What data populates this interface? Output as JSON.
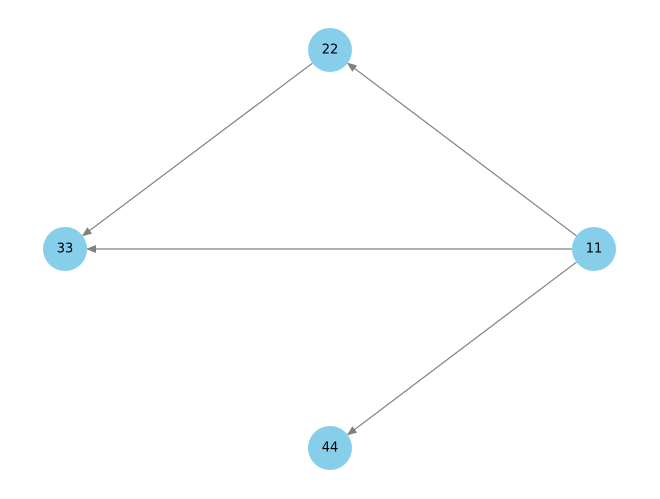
{
  "graph": {
    "type": "directed",
    "node_color": "#87CEEB",
    "edge_color": "#808080",
    "label_color": "#000000",
    "nodes": [
      {
        "id": "n11",
        "label": "11"
      },
      {
        "id": "n22",
        "label": "22"
      },
      {
        "id": "n33",
        "label": "33"
      },
      {
        "id": "n44",
        "label": "44"
      }
    ],
    "edges": [
      {
        "from": "n11",
        "to": "n22"
      },
      {
        "from": "n11",
        "to": "n33"
      },
      {
        "from": "n11",
        "to": "n44"
      },
      {
        "from": "n22",
        "to": "n33"
      }
    ]
  }
}
